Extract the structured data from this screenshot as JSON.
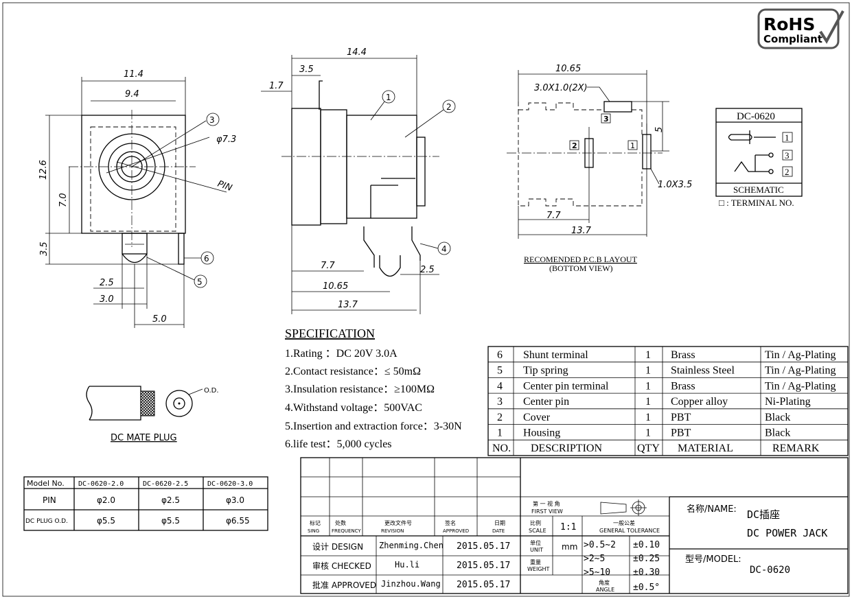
{
  "rohs": {
    "line1": "RoHS",
    "line2": "Compliant"
  },
  "front_view": {
    "dims": {
      "w_outer": "11.4",
      "w_inner": "9.4",
      "h_total": "12.6",
      "h_center": "7.0",
      "h_pin": "3.5",
      "diam": "φ7.3",
      "pin_label": "PIN",
      "d1": "2.5",
      "d2": "3.0",
      "d3": "5.0"
    },
    "callouts": {
      "c3": "3",
      "c5": "5",
      "c6": "6"
    }
  },
  "side_view": {
    "dims": {
      "total": "14.4",
      "d35": "3.5",
      "d17": "1.7",
      "d77": "7.7",
      "d1065": "10.65",
      "d137": "13.7",
      "d25": "2.5"
    },
    "callouts": {
      "c1": "1",
      "c2": "2",
      "c4": "4"
    }
  },
  "pcb": {
    "dims": {
      "w": "10.65",
      "slot": "3.0X1.0(2X)",
      "h5": "5",
      "hole": "1.0X3.5",
      "d77": "7.7",
      "d137": "13.7"
    },
    "terminals": {
      "t1": "1",
      "t2": "2",
      "t3": "3"
    },
    "title": "RECOMENDED P.C.B LAYOUT",
    "subtitle": "(BOTTOM VIEW)"
  },
  "schematic": {
    "title": "DC-0620",
    "t1": "1",
    "t3": "3",
    "t2": "2",
    "label": "SCHEMATIC",
    "note": "□ : TERMINAL NO."
  },
  "mate_plug": {
    "label": "DC MATE PLUG",
    "od": "O.D."
  },
  "spec": {
    "title": "SPECIFICATION",
    "items": [
      "1.Rating ：DC 20V 3.0A",
      "2.Contact resistance：≤ 50mΩ",
      "3.Insulation resistance：≥100MΩ",
      "4.Withstand voltage：500VAC",
      "5.Insertion and extraction force：3-30N",
      "6.life test：5,000 cycles"
    ]
  },
  "model_table": {
    "header": [
      "Model No.",
      "DC-0620-2.0",
      "DC-0620-2.5",
      "DC-0620-3.0"
    ],
    "rows": [
      [
        "PIN",
        "φ2.0",
        "φ2.5",
        "φ3.0"
      ],
      [
        "DC PLUG O.D.",
        "φ5.5",
        "φ5.5",
        "φ6.55"
      ]
    ]
  },
  "bom": {
    "rows": [
      [
        "6",
        "Shunt terminal",
        "1",
        "Brass",
        "Tin / Ag-Plating"
      ],
      [
        "5",
        "Tip spring",
        "1",
        "Stainless Steel",
        "Tin / Ag-Plating"
      ],
      [
        "4",
        "Center pin terminal",
        "1",
        "Brass",
        "Tin / Ag-Plating"
      ],
      [
        "3",
        "Center pin",
        "1",
        "Copper alloy",
        "Ni-Plating"
      ],
      [
        "2",
        "Cover",
        "1",
        "PBT",
        "Black"
      ],
      [
        "1",
        "Housing",
        "1",
        "PBT",
        "Black"
      ]
    ],
    "header": [
      "NO.",
      "DESCRIPTION",
      "QTY",
      "MATERIAL",
      "REMARK"
    ]
  },
  "title_block": {
    "rev_headers": [
      [
        "标记",
        "SING"
      ],
      [
        "处数",
        "FREQUENCY"
      ],
      [
        "更改文件号",
        "REVISION"
      ],
      [
        "签名",
        "APPROVED"
      ],
      [
        "日期",
        "DATE"
      ]
    ],
    "design": "设计 DESIGN",
    "checked": "审核 CHECKED",
    "approved": "批准 APPROVED",
    "design_name": "Zhenming.Chen",
    "checked_name": "Hu.li",
    "approved_name": "Jinzhou.Wang",
    "design_date": "2015.05.17",
    "checked_date": "2015.05.17",
    "approved_date": "2015.05.17",
    "first_view": [
      "第 一 视 角",
      "FIRST VIEW"
    ],
    "scale": [
      "比例",
      "SCALE"
    ],
    "scale_val": "1:1",
    "tolerance": [
      "一般公差",
      "GENERAL TOLERANCE"
    ],
    "unit": [
      "单位",
      "UNIT"
    ],
    "unit_val": "mm",
    "weight": [
      "重量",
      "WEIGHT"
    ],
    "angle": [
      "角度",
      "ANGLE"
    ],
    "tol_rows": [
      [
        ">0.5~2",
        "±0.10"
      ],
      [
        ">2~5",
        "±0.25"
      ],
      [
        ">5~10",
        "±0.30"
      ]
    ],
    "angle_val": "±0.5°",
    "name_label": "名称/NAME:",
    "name_cn": "DC插座",
    "name_en": "DC POWER JACK",
    "model_label": "型号/MODEL:",
    "model_val": "DC-0620"
  }
}
